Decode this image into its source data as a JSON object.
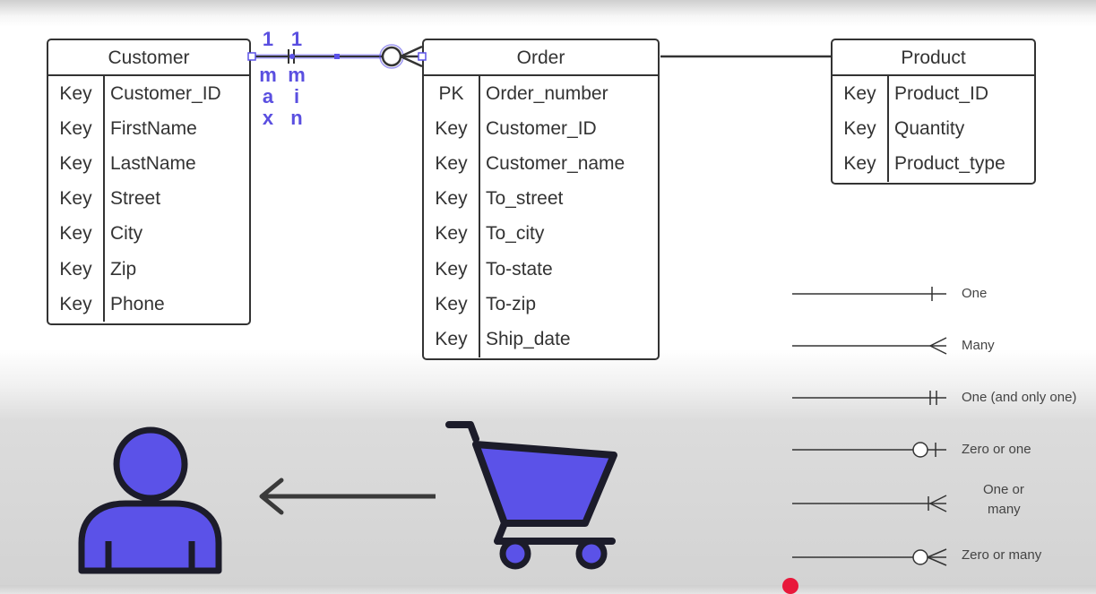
{
  "entities": {
    "customer": {
      "title": "Customer",
      "rows": [
        {
          "key": "Key",
          "name": "Customer_ID"
        },
        {
          "key": "Key",
          "name": "FirstName"
        },
        {
          "key": "Key",
          "name": "LastName"
        },
        {
          "key": "Key",
          "name": "Street"
        },
        {
          "key": "Key",
          "name": "City"
        },
        {
          "key": "Key",
          "name": "Zip"
        },
        {
          "key": "Key",
          "name": "Phone"
        }
      ]
    },
    "order": {
      "title": "Order",
      "rows": [
        {
          "key": "PK",
          "name": "Order_number"
        },
        {
          "key": "Key",
          "name": "Customer_ID"
        },
        {
          "key": "Key",
          "name": "Customer_name"
        },
        {
          "key": "Key",
          "name": "To_street"
        },
        {
          "key": "Key",
          "name": "To_city"
        },
        {
          "key": "Key",
          "name": "To-state"
        },
        {
          "key": "Key",
          "name": "To-zip"
        },
        {
          "key": "Key",
          "name": "Ship_date"
        }
      ]
    },
    "product": {
      "title": "Product",
      "rows": [
        {
          "key": "Key",
          "name": "Product_ID"
        },
        {
          "key": "Key",
          "name": "Quantity"
        },
        {
          "key": "Key",
          "name": "Product_type"
        }
      ]
    }
  },
  "annotations": {
    "max_number": "1",
    "min_number": "1",
    "max_letters": [
      "m",
      "a",
      "x"
    ],
    "min_letters": [
      "m",
      "i",
      "n"
    ]
  },
  "legend": [
    {
      "symbol": "one-icon",
      "label": "One"
    },
    {
      "symbol": "many-icon",
      "label": "Many"
    },
    {
      "symbol": "one-and-only-one-icon",
      "label": "One (and only one)"
    },
    {
      "symbol": "zero-or-one-icon",
      "label": "Zero or one"
    },
    {
      "symbol": "one-or-many-icon",
      "label_line1": "One or",
      "label_line2": "many"
    },
    {
      "symbol": "zero-or-many-icon",
      "label": "Zero or many"
    }
  ],
  "colors": {
    "accent": "#5b52e8",
    "annotation": "#5a4fe0",
    "line": "#333333",
    "cursor_dot": "#e8183b"
  },
  "icons": {
    "person": "person-icon",
    "cart": "shopping-cart-icon",
    "arrow": "arrow-left-icon"
  }
}
